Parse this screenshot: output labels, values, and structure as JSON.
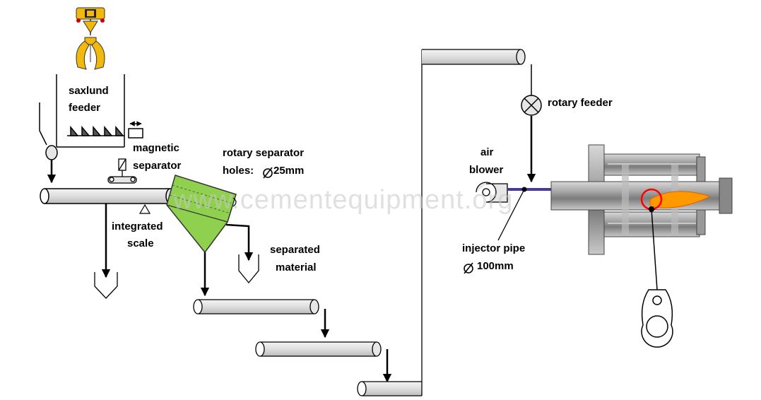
{
  "labels": {
    "saxlund_feeder": [
      "saxlund",
      "feeder"
    ],
    "magnetic_separator": [
      "magnetic",
      "separator"
    ],
    "integrated_scale": [
      "integrated",
      "scale"
    ],
    "rotary_separator": [
      "rotary separator",
      "holes:",
      "25mm"
    ],
    "separated_material": [
      "separated",
      "material"
    ],
    "rotary_feeder": "rotary feeder",
    "air_blower": [
      "air",
      "blower"
    ],
    "injector_pipe": [
      "injector pipe",
      "100mm"
    ]
  },
  "watermark": "www.cementequipment.org",
  "colors": {
    "crane": "#f2b90c",
    "separator": "#8fd14f",
    "conveyor_fill": "#e6e6e6",
    "injector_line": "#4a3a9a",
    "flame": "#ff9900",
    "marker": "#ff0000",
    "burner": "#b4b4b4"
  },
  "icons": [
    "grab-crane-icon",
    "diameter-symbol-icon",
    "rotary-feeder-valve-icon",
    "burner-body-icon",
    "flame-icon"
  ]
}
